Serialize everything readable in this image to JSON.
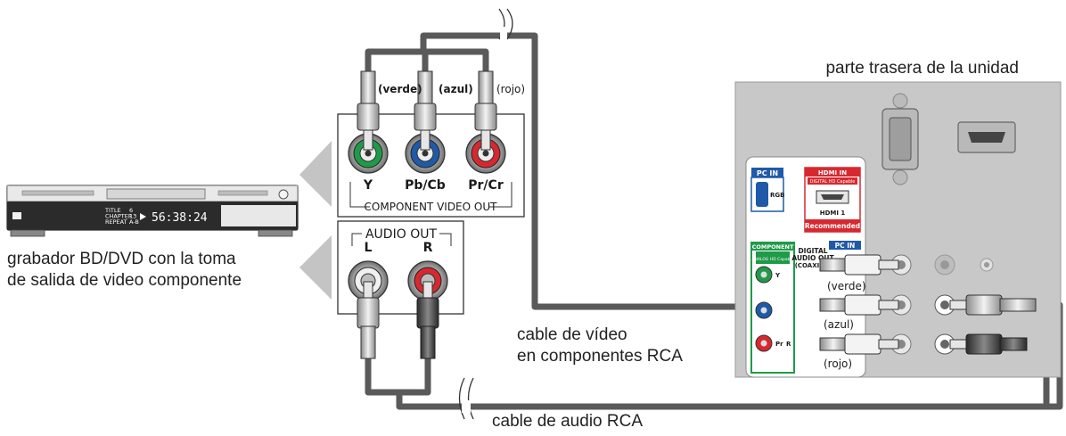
{
  "dvd_recorder": {
    "caption_line1": "grabador BD/DVD con la toma",
    "caption_line2": "de salida de video componente",
    "display_text": "56:38:24",
    "display_labels": [
      "TITLE",
      "CHAPTER",
      "REPEAT"
    ],
    "display_values": [
      "6",
      "13",
      "A-B"
    ]
  },
  "component_panel": {
    "jack_labels": [
      "Y",
      "Pb/Cb",
      "Pr/Cr"
    ],
    "title": "COMPONENT VIDEO OUT",
    "plug_colors": [
      "(verde)",
      "(azul)",
      "(rojo)"
    ]
  },
  "audio_panel": {
    "title": "AUDIO OUT",
    "jack_labels": [
      "L",
      "R"
    ]
  },
  "rear_panel": {
    "caption": "parte trasera de la unidad",
    "pc_in_label": "PC IN",
    "rgb_label": "RGB",
    "hdmi_in_label": "HDMI IN",
    "hdmi_capable": "DIGITAL HD Capable",
    "hdmi1_label": "HDMI 1",
    "recommended": "Recommended",
    "component_label": "COMPONENT",
    "component_sub": "ANALOG HD Capable",
    "digital_audio_line1": "DIGITAL",
    "digital_audio_line2": "AUDIO OUT",
    "digital_audio_line3": "(COAXIAL)",
    "pc_in_audio_label": "PC IN",
    "y_label": "Y",
    "pr_label": "Pr",
    "r_label": "R",
    "plug_colors": [
      "(verde)",
      "(azul)",
      "(rojo)"
    ]
  },
  "cables": {
    "video_line1": "cable de vídeo",
    "video_line2": "en componentes RCA",
    "video_top_color": "(rojo)",
    "audio": "cable de audio RCA"
  },
  "colors": {
    "cable": "#5a5a5a",
    "panel_gray": "#c8c8c8",
    "green": "#1f9a48",
    "red": "#d7282f",
    "blue_pc": "#1f5aa8"
  }
}
